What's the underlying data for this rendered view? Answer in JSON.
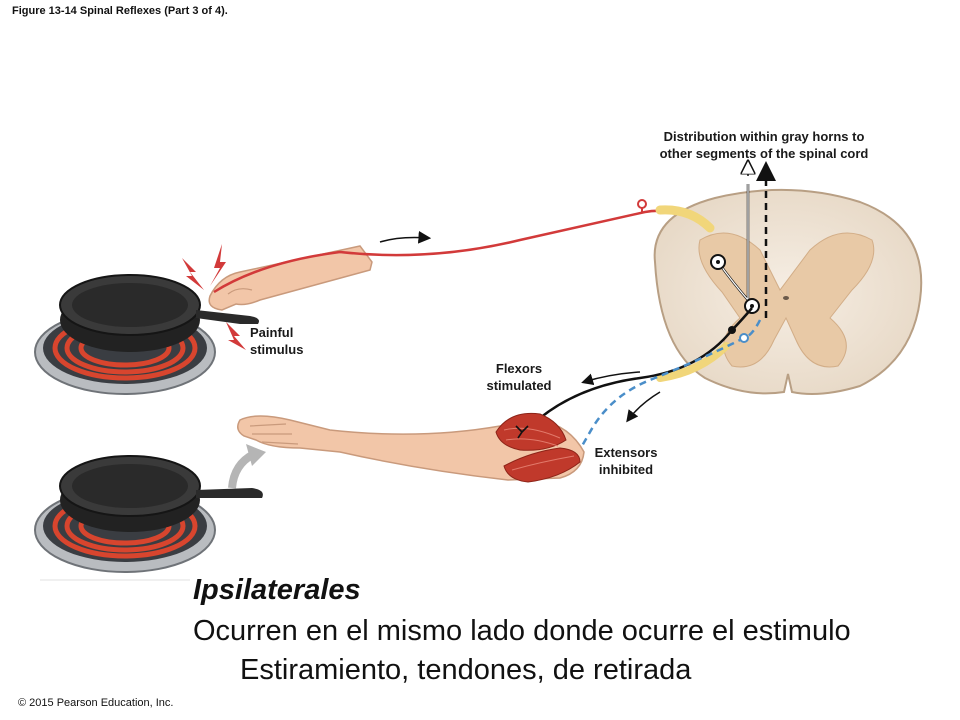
{
  "figure": {
    "caption": "Figure 13-14 Spinal Reflexes (Part 3 of 4)."
  },
  "labels": {
    "distribution_line1": "Distribution within gray horns to",
    "distribution_line2": "other segments of the spinal cord",
    "painful_line1": "Painful",
    "painful_line2": "stimulus",
    "flexors_line1": "Flexors",
    "flexors_line2": "stimulated",
    "extensors_line1": "Extensors",
    "extensors_line2": "inhibited"
  },
  "text": {
    "title": "Ipsilaterales",
    "line1": "Ocurren en el mismo lado donde ocurre el estimulo",
    "line2": "Estiramiento, tendones, de retirada"
  },
  "footer": {
    "copyright": "© 2015 Pearson Education, Inc."
  },
  "colors": {
    "sensory_nerve": "#d23a3a",
    "motor_nerve": "#111111",
    "inhibited_nerve": "#4a8ec9",
    "gray_matter": "#e8c9a6",
    "white_matter": "#f1e7da",
    "burner_coil": "#d8452e",
    "pan": "#2c2c2c",
    "skin": "#f2c6a8",
    "muscle": "#c0392b"
  }
}
